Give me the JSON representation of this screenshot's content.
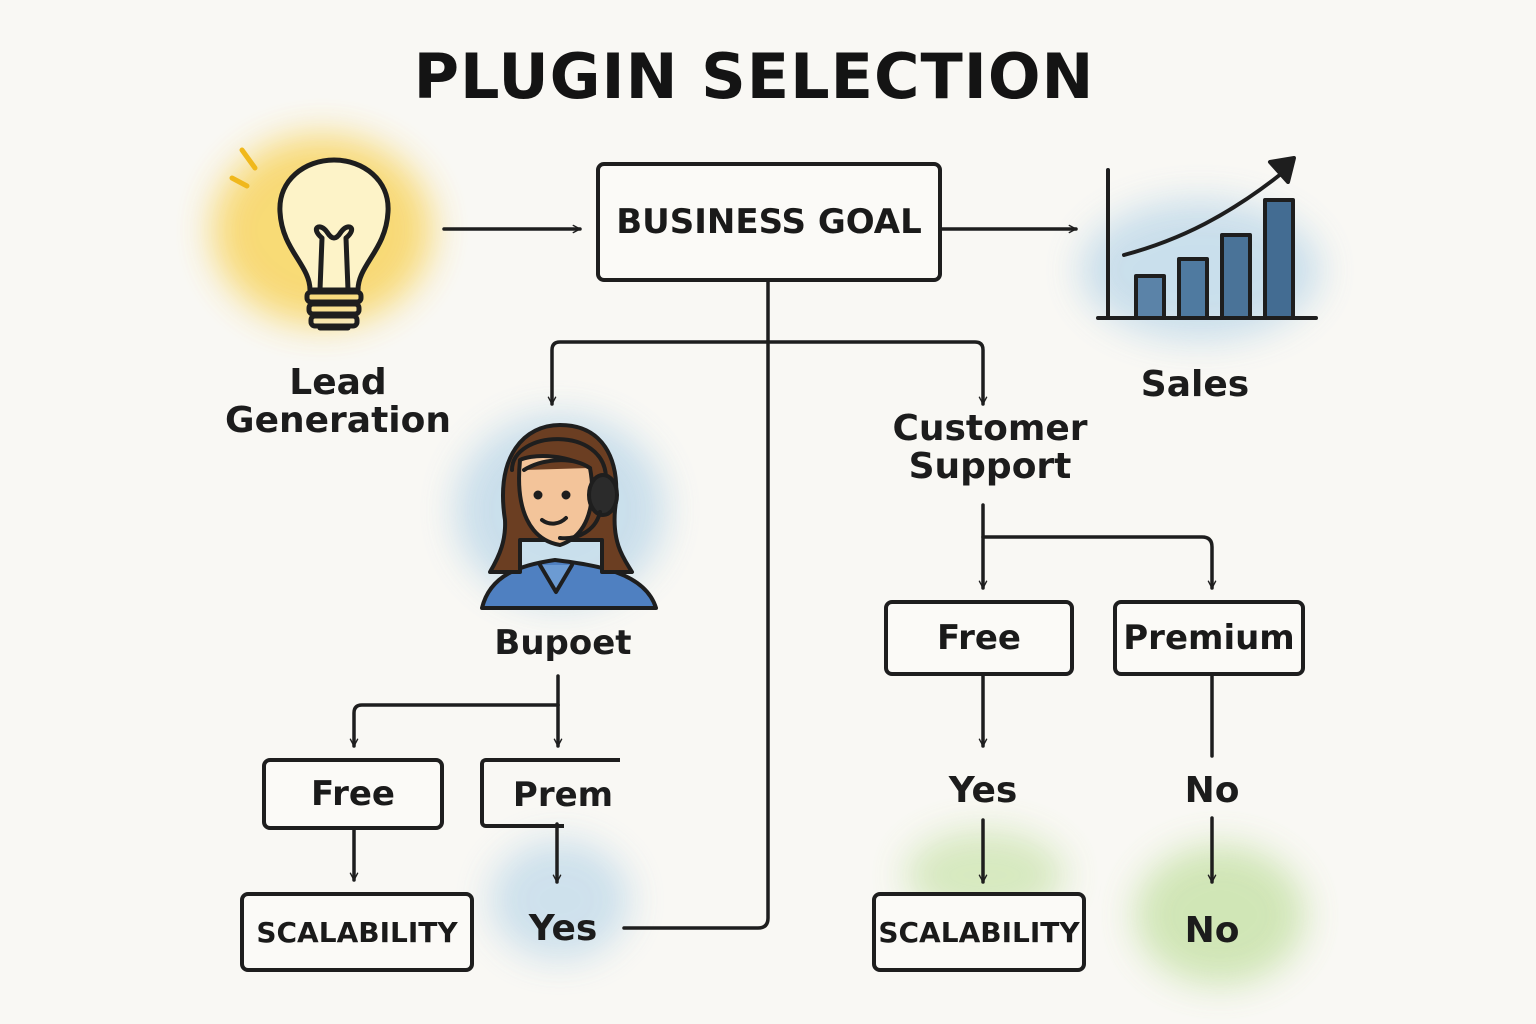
{
  "title": "PLUGIN SELECTION",
  "nodes": {
    "business_goal": "BUSINESS GOAL",
    "lead_generation": [
      "Lead",
      "Generation"
    ],
    "sales": "Sales",
    "customer_support": [
      "Customer",
      "Support"
    ],
    "bupoet": "Bupoet",
    "left_free": "Free",
    "left_prem": "Prem",
    "left_scalability": "SCALABILITY",
    "left_yes": "Yes",
    "right_free": "Free",
    "right_premium": "Premium",
    "right_yes": "Yes",
    "right_no": "No",
    "right_scalability": "SCALABILITY",
    "right_no_final": "No"
  },
  "icons": [
    "lightbulb-icon",
    "bar-chart-trend-icon",
    "support-agent-icon"
  ],
  "colors": {
    "ink": "#1e1e1e",
    "yellow_wash": "#f7c82e",
    "blue_wash": "#9cc6e3",
    "green_wash": "#a9d47a",
    "bar_blue": "#4d7396",
    "shirt_blue": "#4f80c1",
    "hair_brown": "#6b3e22"
  }
}
